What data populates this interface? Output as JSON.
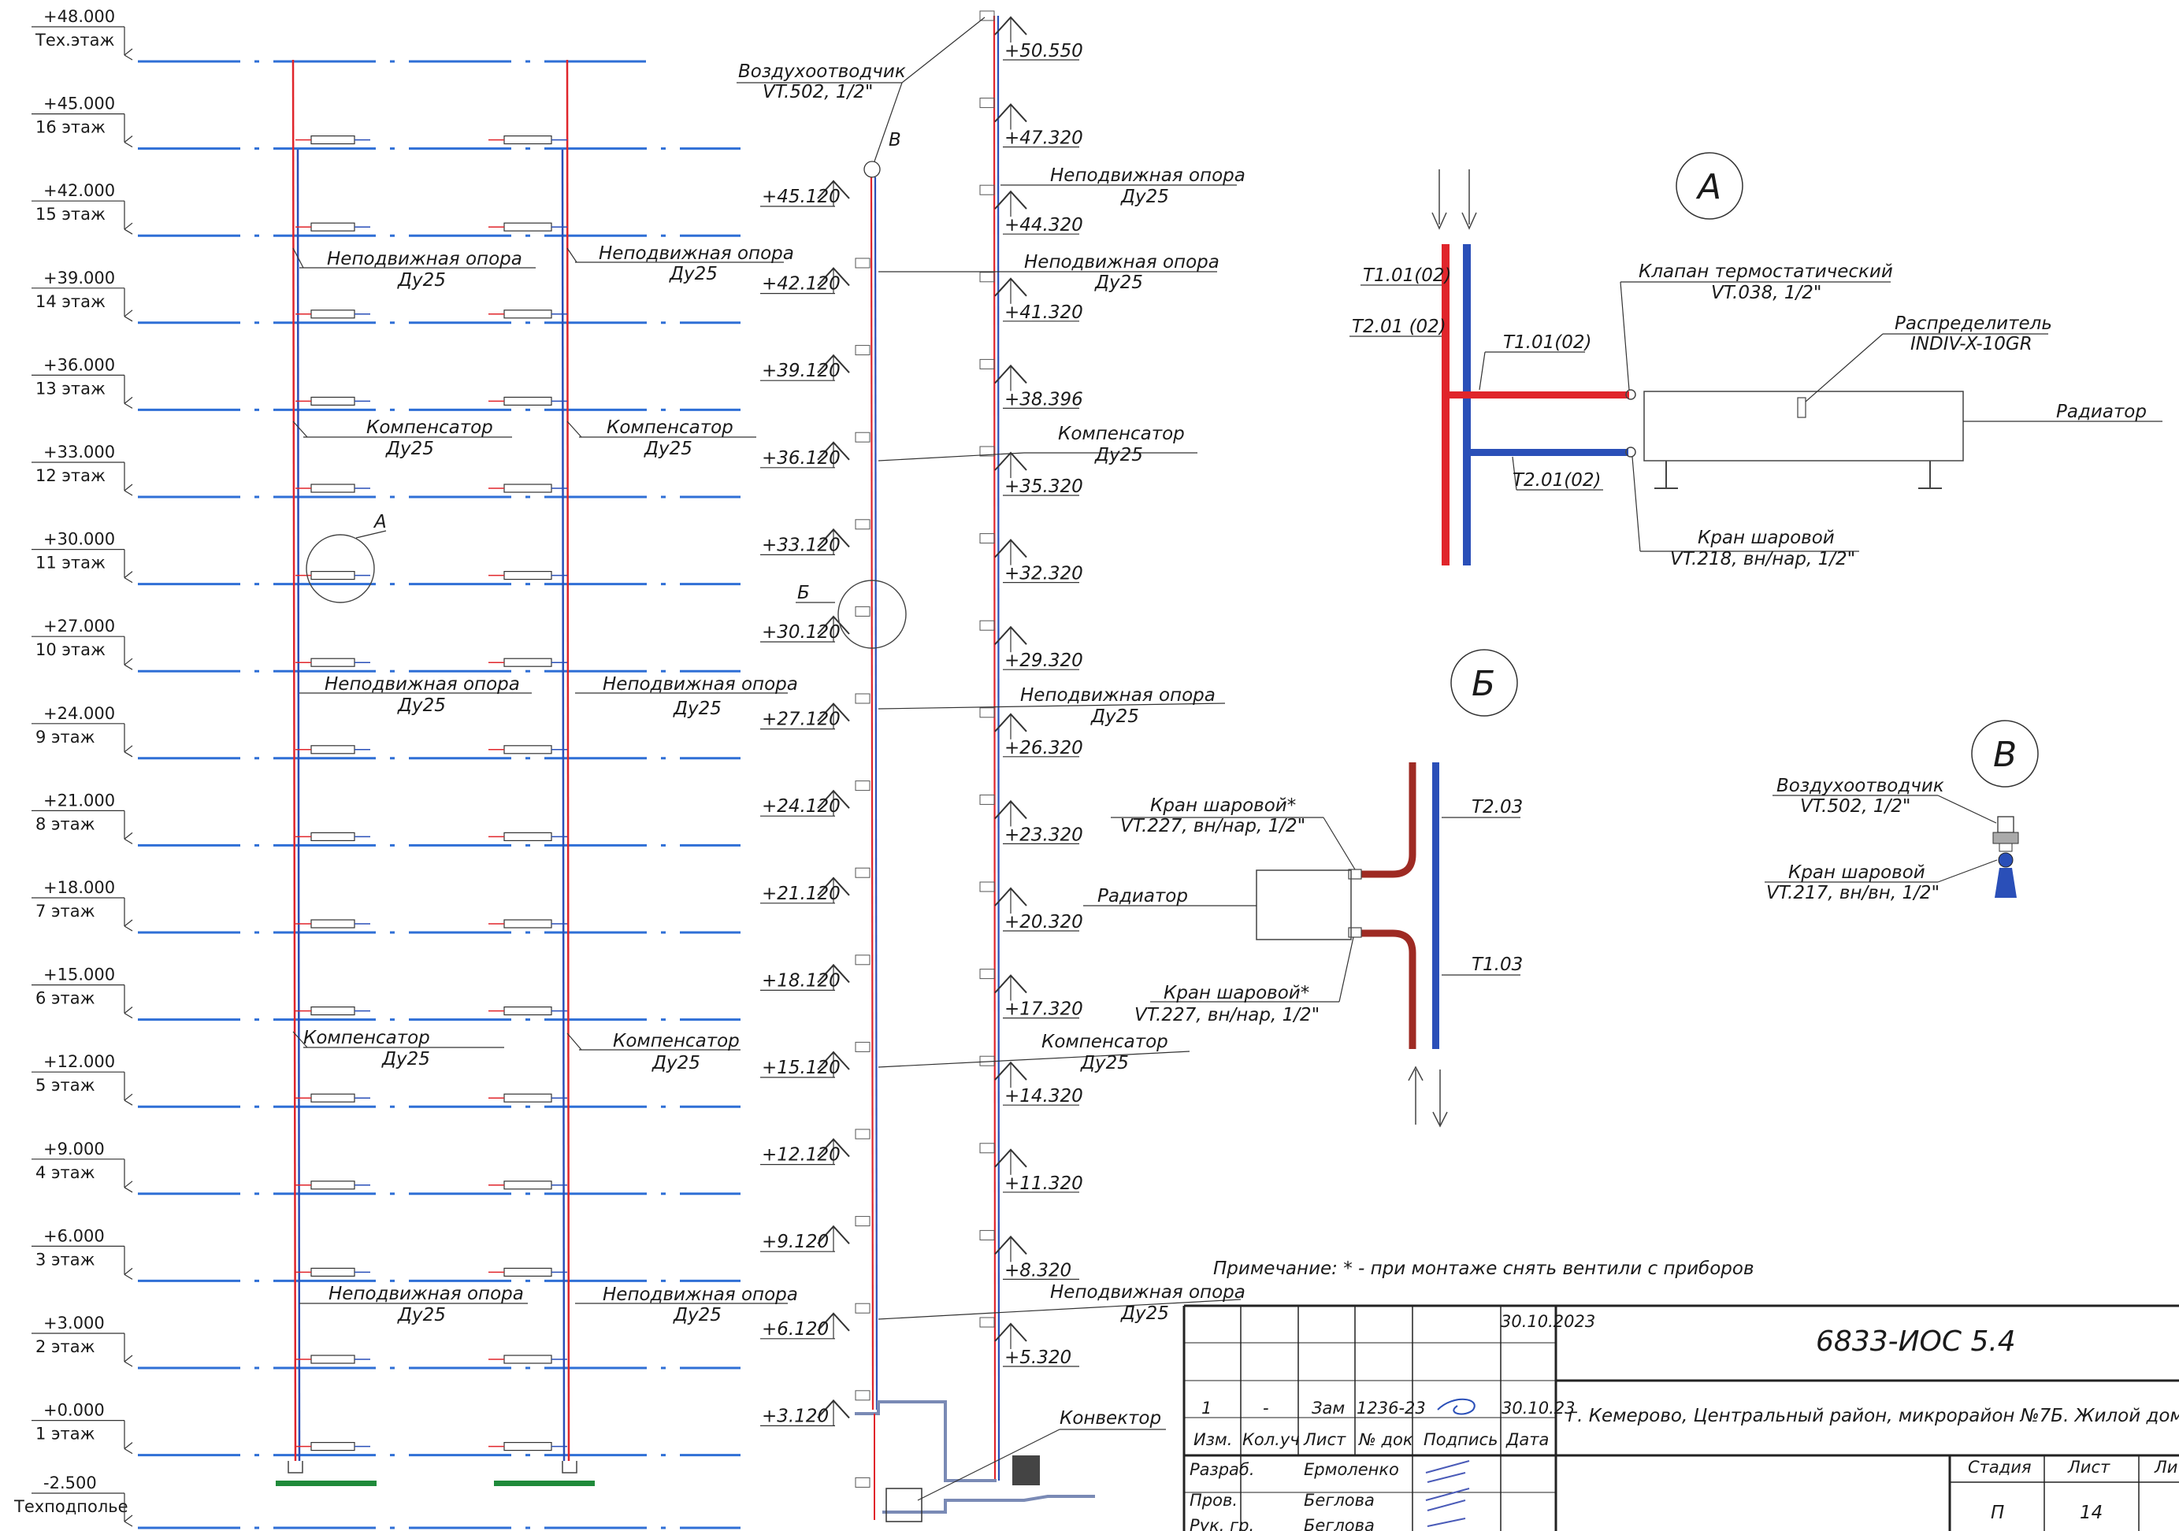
{
  "levels": [
    {
      "elev": "+48.000",
      "name": "Тех.этаж"
    },
    {
      "elev": "+45.000",
      "name": "16 этаж"
    },
    {
      "elev": "+42.000",
      "name": "15 этаж"
    },
    {
      "elev": "+39.000",
      "name": "14 этаж"
    },
    {
      "elev": "+36.000",
      "name": "13 этаж"
    },
    {
      "elev": "+33.000",
      "name": "12 этаж"
    },
    {
      "elev": "+30.000",
      "name": "11 этаж"
    },
    {
      "elev": "+27.000",
      "name": "10 этаж"
    },
    {
      "elev": "+24.000",
      "name": "9 этаж"
    },
    {
      "elev": "+21.000",
      "name": "8 этаж"
    },
    {
      "elev": "+18.000",
      "name": "7 этаж"
    },
    {
      "elev": "+15.000",
      "name": "6 этаж"
    },
    {
      "elev": "+12.000",
      "name": "5 этаж"
    },
    {
      "elev": "+9.000",
      "name": "4 этаж"
    },
    {
      "elev": "+6.000",
      "name": "3 этаж"
    },
    {
      "elev": "+3.000",
      "name": "2 этаж"
    },
    {
      "elev": "+0.000",
      "name": "1 этаж"
    },
    {
      "elev": "-2.500",
      "name": "Техподполье"
    }
  ],
  "left_scheme": {
    "fixed_support": {
      "name": "Неподвижная опора",
      "size": "Ду25"
    },
    "compensator": {
      "name": "Компенсатор",
      "size": "Ду25"
    },
    "detail_a_tag": "А"
  },
  "riser_scheme": {
    "left_marks": [
      "+45.120",
      "+42.120",
      "+39.120",
      "+36.120",
      "+33.120",
      "+30.120",
      "+27.120",
      "+24.120",
      "+21.120",
      "+18.120",
      "+15.120",
      "+12.120",
      "+9.120",
      "+6.120",
      "+3.120"
    ],
    "right_marks": [
      "+50.550",
      "+47.320",
      "+44.320",
      "+41.320",
      "+38.396",
      "+35.320",
      "+32.320",
      "+29.320",
      "+26.320",
      "+23.320",
      "+20.320",
      "+17.320",
      "+14.320",
      "+11.320",
      "+8.320",
      "+5.320"
    ],
    "air_vent": {
      "name": "Воздухоотводчик",
      "spec": "VT.502, 1/2\""
    },
    "detail_b_tag": "Б",
    "detail_v_tag": "В",
    "fixed_support": {
      "name": "Неподвижная опора",
      "size": "Ду25"
    },
    "compensator": {
      "name": "Компенсатор",
      "size": "Ду25"
    },
    "convector": "Конвектор"
  },
  "detail_a": {
    "tag": "А",
    "t101_left": "Т1.01(02)",
    "t201_left": "Т2.01 (02)",
    "t101_branch": "Т1.01(02)",
    "t201_branch": "Т2.01(02)",
    "valve_name": "Клапан термостатический",
    "valve_spec": "VT.038, 1/2\"",
    "distributor_name": "Распределитель",
    "distributor_spec": "INDIV-X-10GR",
    "radiator": "Радиатор",
    "ballvalve_name": "Кран шаровой",
    "ballvalve_spec": "VT.218, вн/нар, 1/2\""
  },
  "detail_b": {
    "tag": "Б",
    "valve_top_name": "Кран шаровой*",
    "valve_top_spec": "VT.227, вн/нар, 1/2\"",
    "radiator": "Радиатор",
    "valve_bot_name": "Кран шаровой*",
    "valve_bot_spec": "VT.227, вн/нар, 1/2\"",
    "t203": "Т2.03",
    "t103": "Т1.03"
  },
  "detail_v": {
    "tag": "В",
    "vent_name": "Воздухоотводчик",
    "vent_spec": "VT.502, 1/2\"",
    "ballvalve_name": "Кран шаровой",
    "ballvalve_spec": "VT.217, вн/вн, 1/2\""
  },
  "note": "Примечание: * - при монтаже снять вентили с приборов",
  "title_block": {
    "doc_code": "6833-ИОС 5.4",
    "project": "г. Кемерово, Центральный район, микрорайон №7Б. Жилой дом",
    "date_top": "30.10.2023",
    "rev_num": "1",
    "rev_dash": "-",
    "rev_zam": "Зам",
    "rev_doc": "1236-23",
    "rev_date": "30.10.23",
    "headers": [
      "Изм.",
      "Кол.уч",
      "Лист",
      "№ док",
      "Подпись",
      "Дата"
    ],
    "roles": [
      {
        "role": "Разраб.",
        "person": "Ермоленко"
      },
      {
        "role": "Пров.",
        "person": "Беглова"
      },
      {
        "role": "Рук. гр.",
        "person": "Беглова"
      }
    ],
    "stage_label": "Стадия",
    "sheet_label": "Лист",
    "sheets_label": "Ли",
    "stage_value": "П",
    "sheet_value": "14"
  },
  "colors": {
    "supply": "#e0252b",
    "return": "#2a4fb8",
    "floor": "#2f6fd6",
    "tech": "#1f8a3a",
    "detail_red": "#9e2a23"
  }
}
